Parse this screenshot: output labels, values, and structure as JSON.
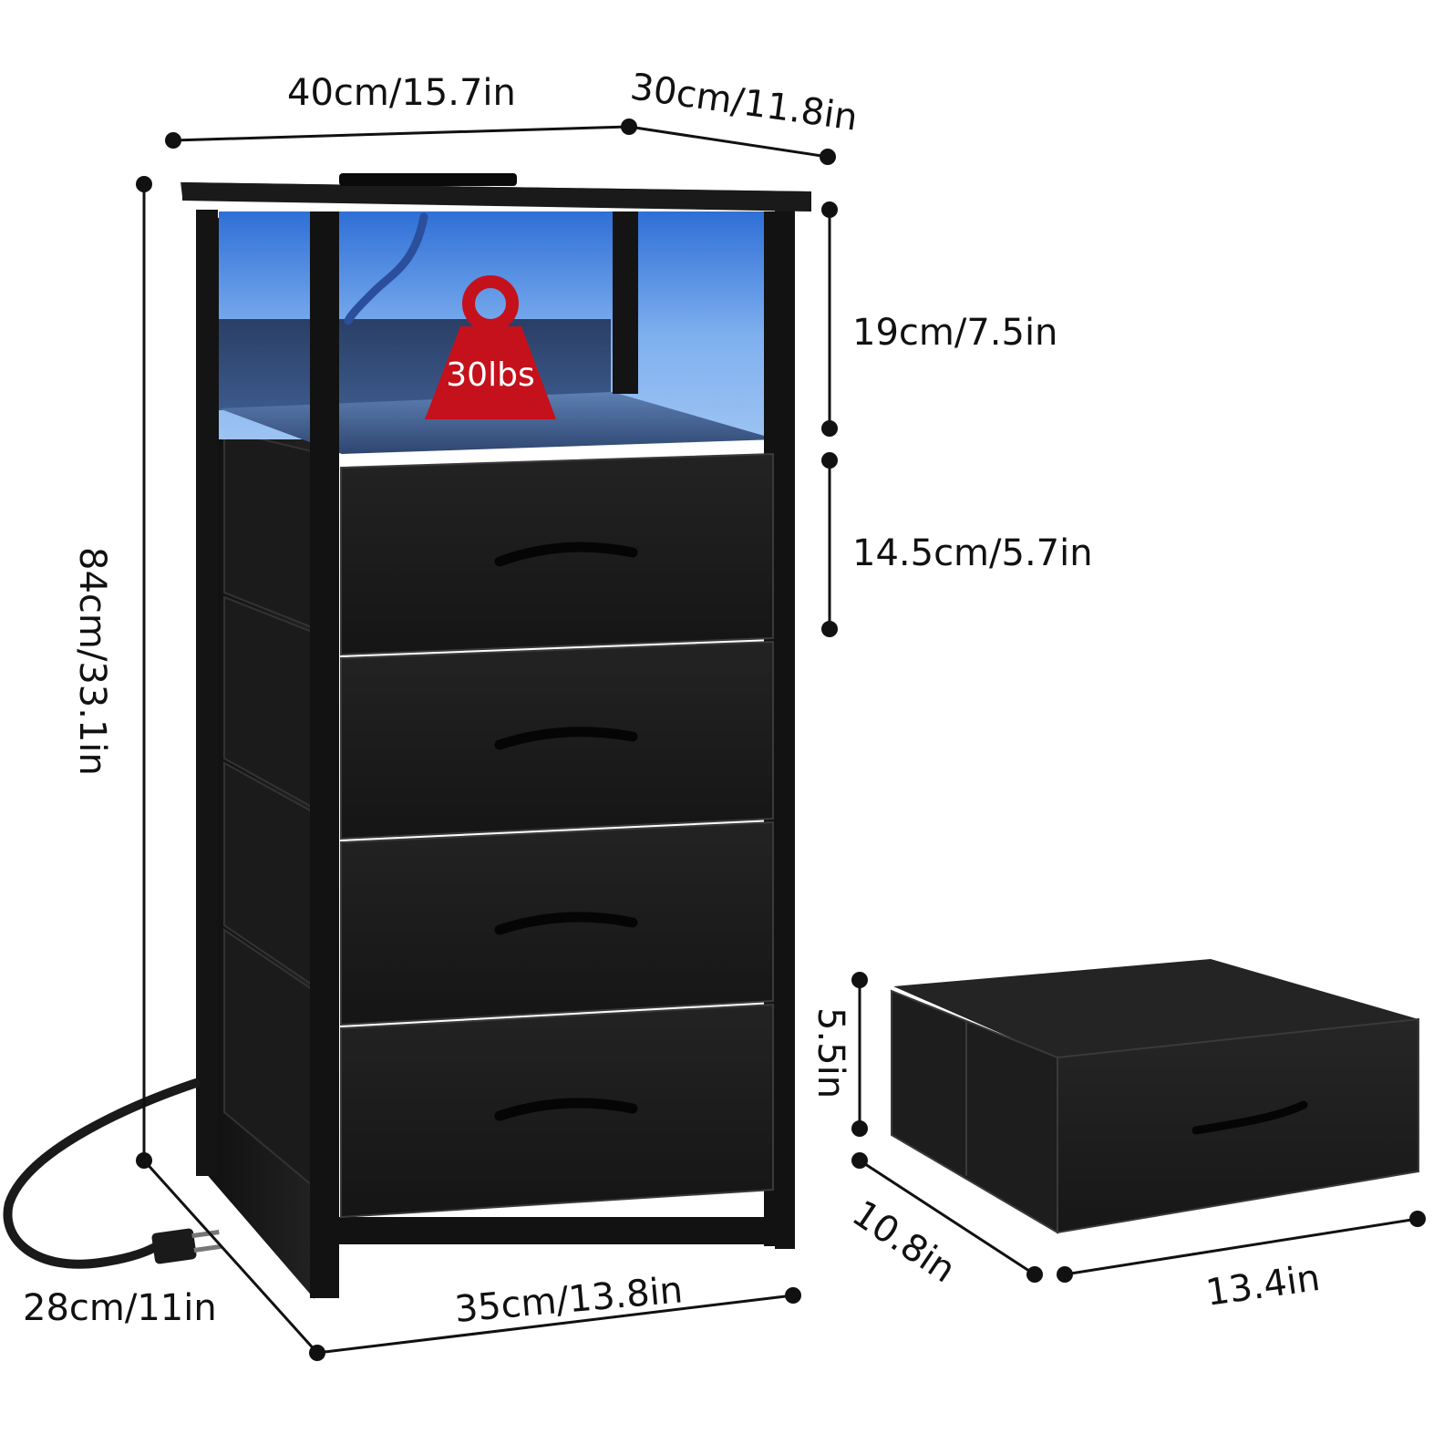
{
  "labels": {
    "width_top": "40cm/15.7in",
    "depth_top": "30cm/11.8in",
    "height_total": "84cm/33.1in",
    "shelf_height": "19cm/7.5in",
    "drawer_height": "14.5cm/5.7in",
    "bottom_width": "35cm/13.8in",
    "bottom_depth": "28cm/11in",
    "bin_height": "5.5in",
    "bin_depth": "10.8in",
    "bin_width": "13.4in",
    "weight_capacity": "30lbs"
  },
  "colors": {
    "frame": "#141414",
    "fabric": "#1c1c1c",
    "led_blue": "#3f7ad6",
    "weight_red": "#c4111c",
    "dimension_ink": "#111111"
  }
}
